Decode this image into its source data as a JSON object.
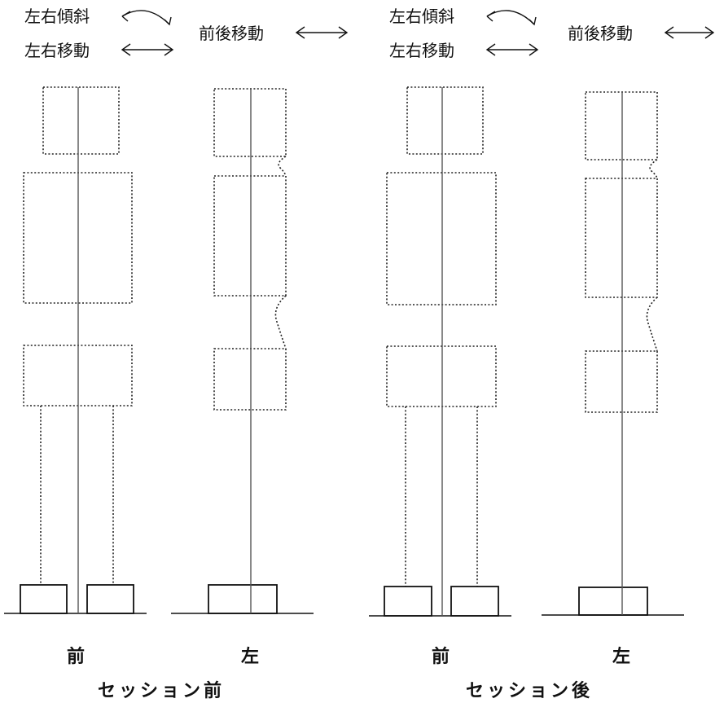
{
  "labels": {
    "tilt_lr": "左右傾斜",
    "move_lr": "左右移動",
    "move_fb": "前後移動"
  },
  "panels": [
    {
      "view": "前"
    },
    {
      "view": "左"
    },
    {
      "view": "前"
    },
    {
      "view": "左"
    }
  ],
  "sessions": [
    {
      "title": "セッション前"
    },
    {
      "title": "セッション後"
    }
  ]
}
